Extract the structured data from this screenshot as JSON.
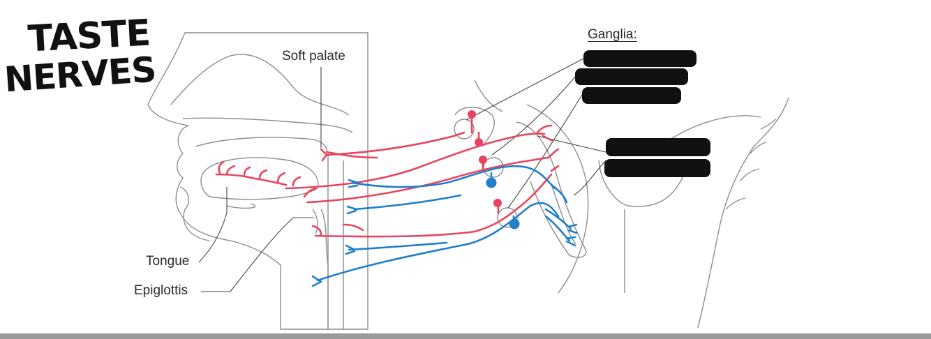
{
  "title": {
    "line1": "TASTE",
    "line2": "NERVES"
  },
  "labels": {
    "soft_palate": "Soft palate",
    "tongue": "Tongue",
    "epiglottis": "Epiglottis",
    "ganglia": "Ganglia:"
  },
  "colors": {
    "outline": "#8c8c8c",
    "sensory_nerve": "#e8445f",
    "motor_nerve": "#1f7fc9",
    "redaction": "#111111",
    "bottom_bar": "#9a9a9a"
  }
}
